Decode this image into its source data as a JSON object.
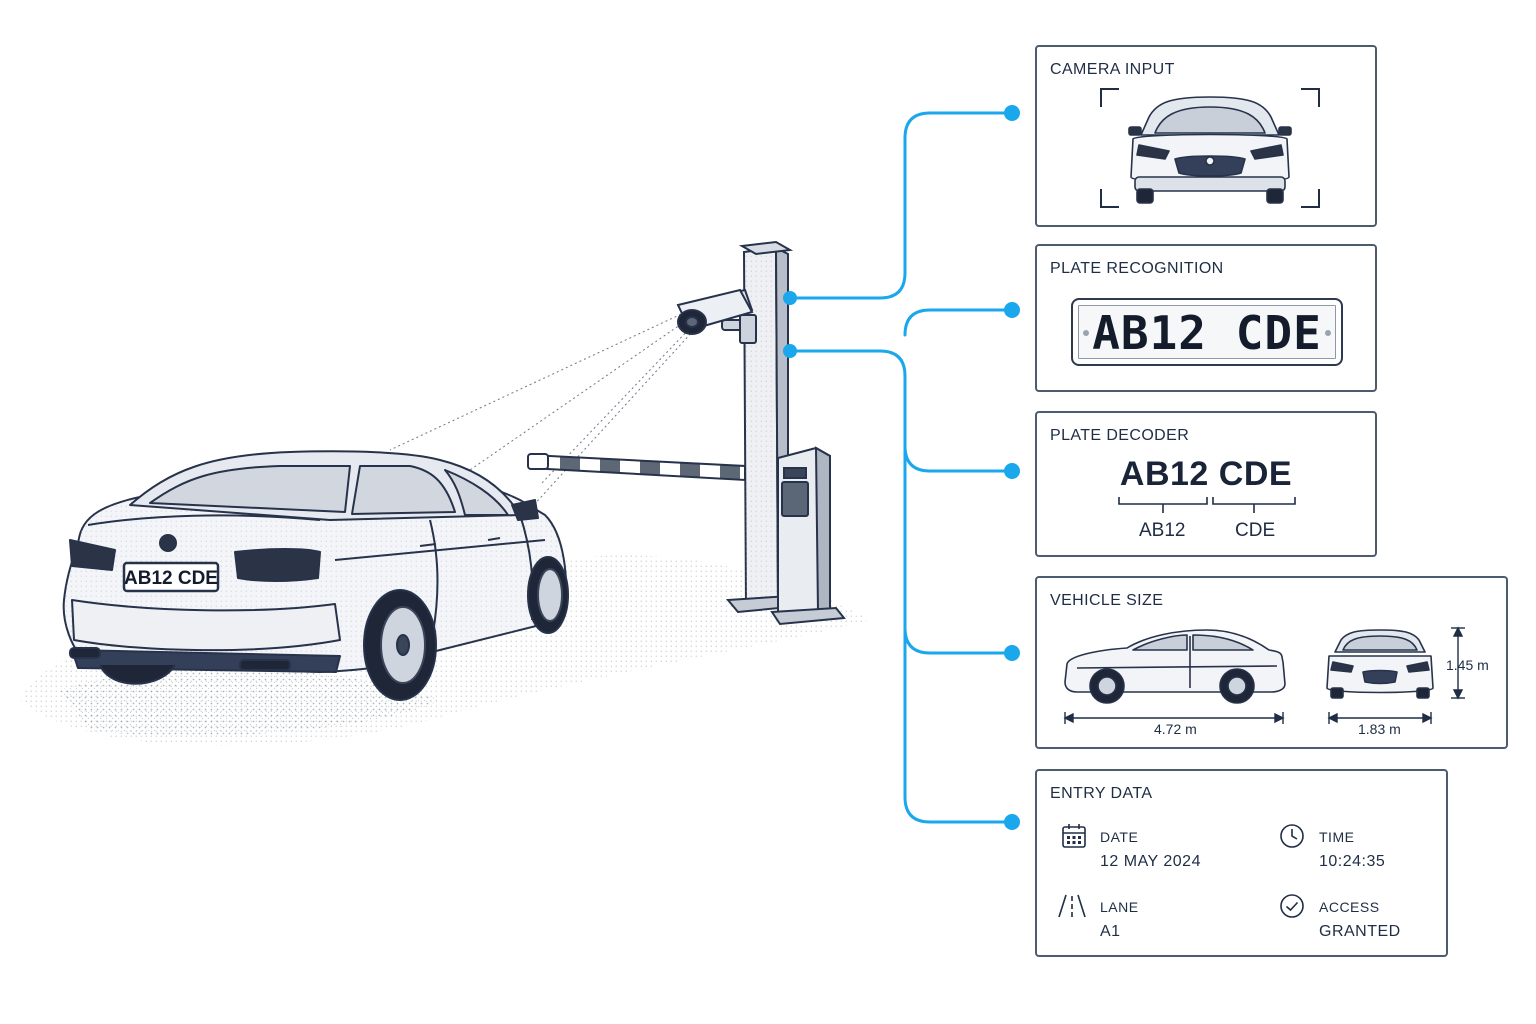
{
  "scene": {
    "car_plate": "AB12 CDE"
  },
  "panels": {
    "camera_input": {
      "title": "CAMERA INPUT"
    },
    "plate_recognition": {
      "title": "PLATE RECOGNITION",
      "plate": "AB12 CDE"
    },
    "plate_decoder": {
      "title": "PLATE DECODER",
      "full": "AB12 CDE",
      "part_1": "AB12",
      "part_2": "CDE"
    },
    "vehicle_size": {
      "title": "VEHICLE SIZE",
      "length": "4.72 m",
      "width": "1.83 m",
      "height": "1.45 m"
    },
    "entry_data": {
      "title": "ENTRY DATA",
      "date_label": "DATE",
      "date_value": "12 MAY 2024",
      "time_label": "TIME",
      "time_value": "10:24:35",
      "lane_label": "LANE",
      "lane_value": "A1",
      "access_label": "ACCESS",
      "access_value": "GRANTED"
    }
  },
  "colors": {
    "connector": "#1aa7ec",
    "ink": "#1f2d45",
    "panel_border": "#4d5b70"
  },
  "icons": [
    "calendar-icon",
    "clock-icon",
    "road-lane-icon",
    "check-circle-icon"
  ]
}
